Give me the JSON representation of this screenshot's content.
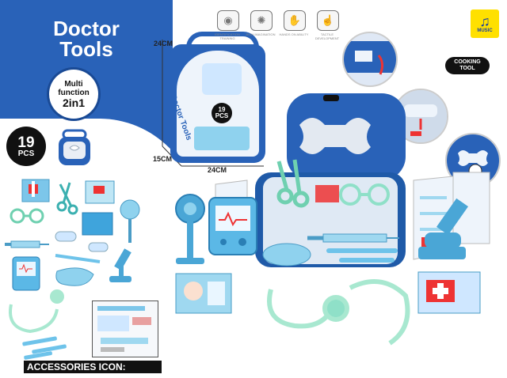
{
  "left_panel": {
    "title_line1": "Doctor",
    "title_line2": "Tools",
    "badge_line1": "Multi",
    "badge_line2": "function",
    "badge_line3": "2in1",
    "pcs_count": "19",
    "pcs_unit": "PCS",
    "accessories_label": "ACCESSORIES ICON:"
  },
  "package": {
    "dim_height": "24CM",
    "dim_depth": "15CM",
    "dim_width": "24CM",
    "box_title": "Doctor Tools",
    "box_pcs": "19",
    "box_pcs_unit": "PCS"
  },
  "features": [
    {
      "icon": "cognition-icon",
      "label": "IDENTIFICATION TRAINING"
    },
    {
      "icon": "brain-icon",
      "label": "RICH IMAGINATION"
    },
    {
      "icon": "hands-icon",
      "label": "HANDS ON ABILITY"
    },
    {
      "icon": "touch-icon",
      "label": "TACTILE DEVELOPMENT"
    }
  ],
  "music_logo": {
    "icon": "music-note-icon",
    "label": "MUSIC"
  },
  "cooking_badge": {
    "line1": "COOKING",
    "line2": "TOOL"
  },
  "colors": {
    "brand_blue": "#2962b8",
    "dark_blue": "#1a4a95",
    "toy_light_blue": "#6ec3ea",
    "toy_mint": "#8fe0c8",
    "case_white": "#e9eef5"
  }
}
